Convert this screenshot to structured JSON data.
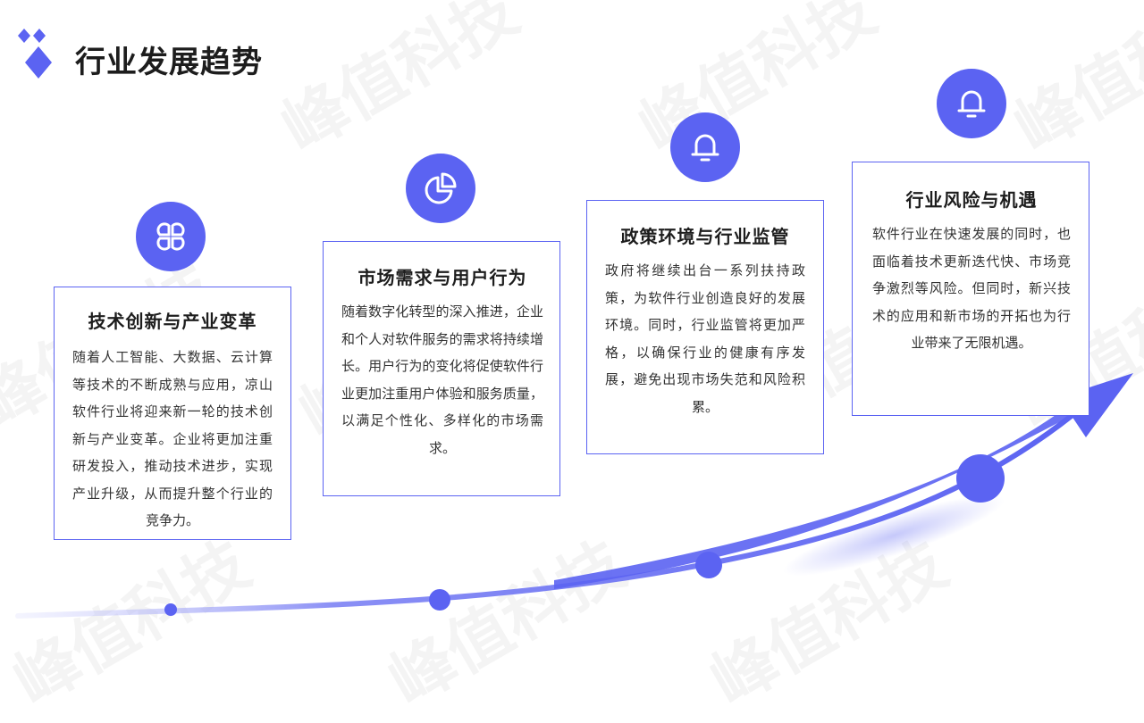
{
  "header": {
    "title": "行业发展趋势"
  },
  "watermark": {
    "text": "峰值科技"
  },
  "colors": {
    "accent": "#5b63f2",
    "border": "#5b63f2",
    "text": "#333333"
  },
  "cards": [
    {
      "icon": "clover-grid-icon",
      "title": "技术创新与产业变革",
      "body": "随着人工智能、大数据、云计算等技术的不断成熟与应用，凉山软件行业将迎来新一轮的技术创新与产业变革。企业将更加注重研发投入，推动技术进步，实现产业升级，从而提升整个行业的竞争力。"
    },
    {
      "icon": "pie-chart-icon",
      "title": "市场需求与用户行为",
      "body": "随着数字化转型的深入推进，企业和个人对软件服务的需求将持续增长。用户行为的变化将促使软件行业更加注重用户体验和服务质量，以满足个性化、多样化的市场需求。"
    },
    {
      "icon": "bell-icon",
      "title": "政策环境与行业监管",
      "body": "政府将继续出台一系列扶持政策，为软件行业创造良好的发展环境。同时，行业监管将更加严格，以确保行业的健康有序发展，避免出现市场失范和风险积累。"
    },
    {
      "icon": "bell-icon",
      "title": "行业风险与机遇",
      "body": "软件行业在快速发展的同时，也面临着技术更新迭代快、市场竞争激烈等风险。但同时，新兴技术的应用和新市场的开拓也为行业带来了无限机遇。"
    }
  ]
}
